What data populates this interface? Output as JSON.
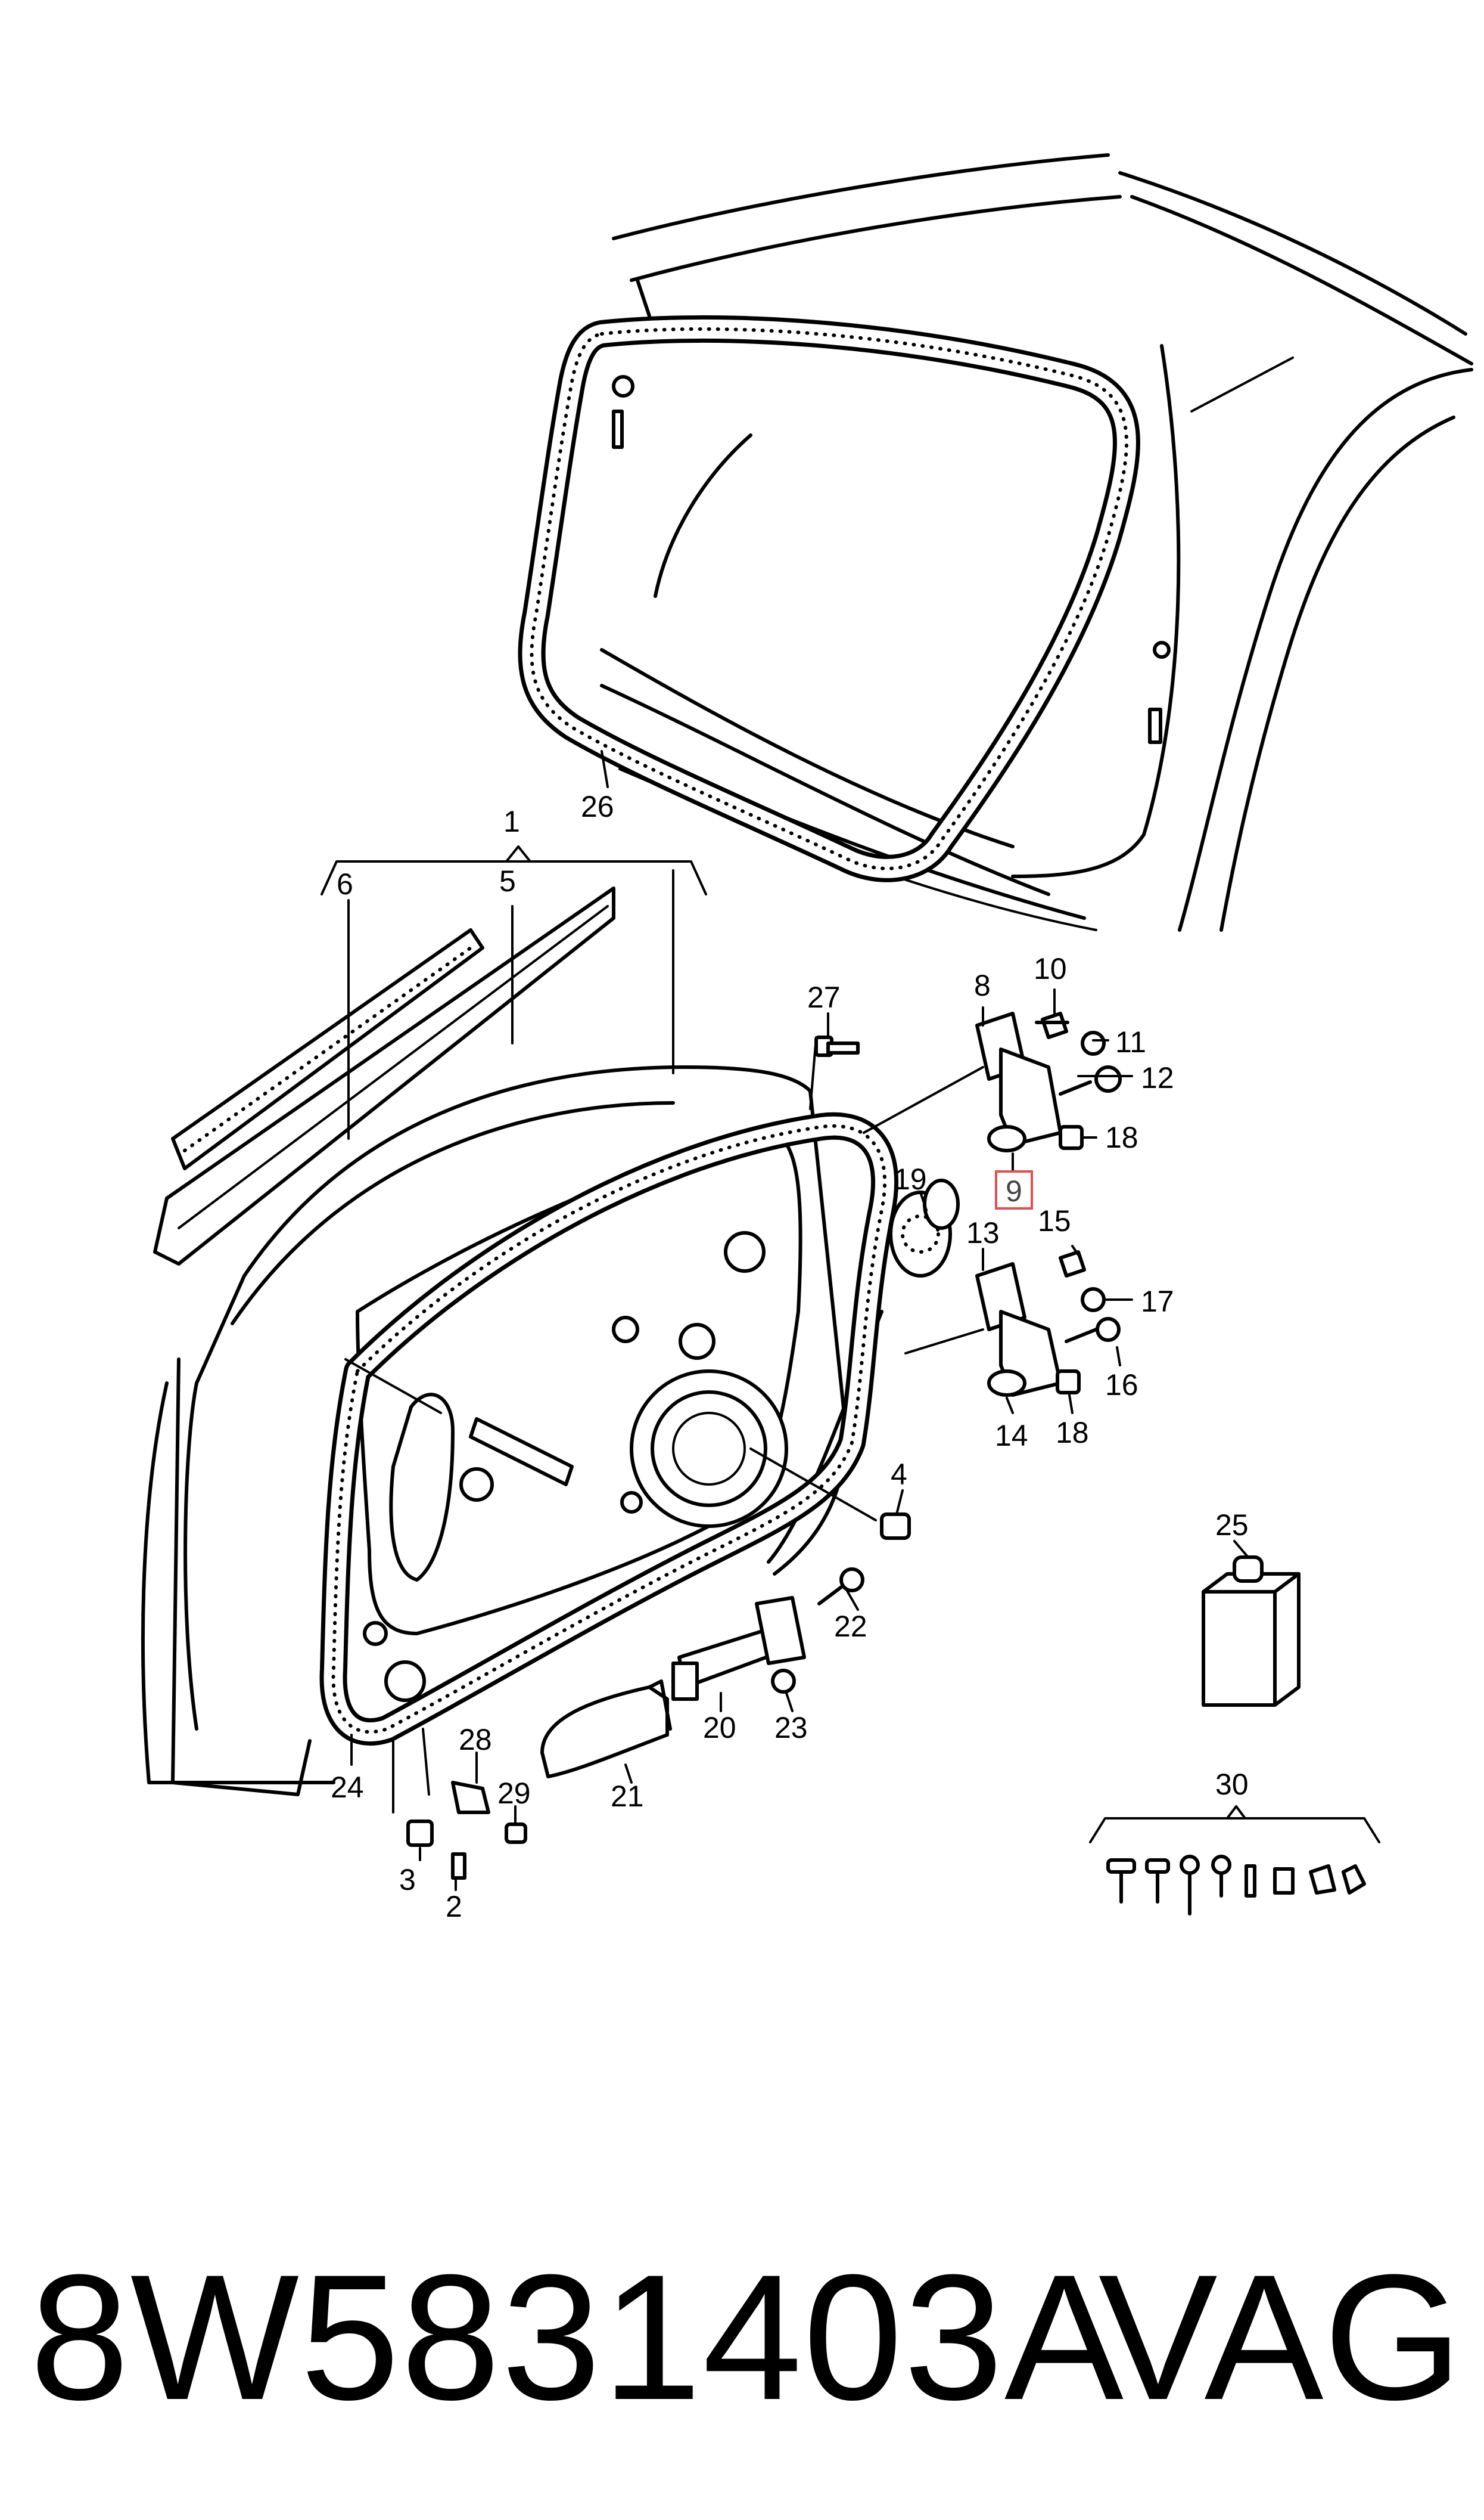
{
  "callouts": {
    "c1": "1",
    "c2": "2",
    "c3": "3",
    "c4": "4",
    "c5": "5",
    "c6": "6",
    "c8": "8",
    "c9": "9",
    "c10": "10",
    "c11": "11",
    "c12": "12",
    "c13": "13",
    "c14": "14",
    "c15": "15",
    "c16": "16",
    "c17": "17",
    "c18a": "18",
    "c18b": "18",
    "c19": "19",
    "c20": "20",
    "c21": "21",
    "c22": "22",
    "c23": "23",
    "c24": "24",
    "c25": "25",
    "c26": "26",
    "c27": "27",
    "c28": "28",
    "c29": "29",
    "c30": "30"
  },
  "highlighted_callout": "9",
  "highlight_color": "#e05050",
  "footer": {
    "part_number": "8W5831403A",
    "brand": "VAG"
  }
}
